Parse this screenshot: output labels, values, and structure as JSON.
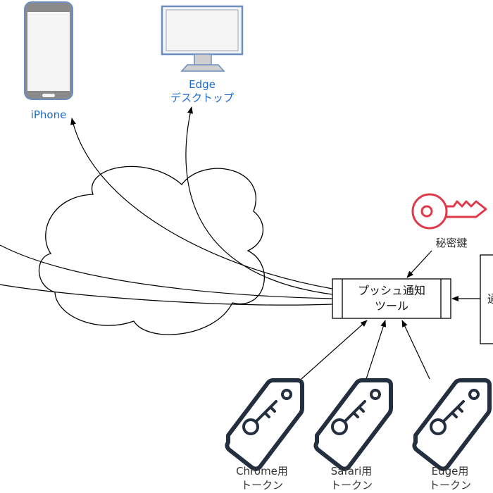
{
  "devices": {
    "iphone": {
      "label": "iPhone"
    },
    "edge_desktop": {
      "label_line1": "Edge",
      "label_line2": "デスクトップ"
    }
  },
  "push_tool": {
    "line1": "プッシュ通知",
    "line2": "ツール"
  },
  "private_key": {
    "label": "秘密鍵"
  },
  "right_box": {
    "label": "通"
  },
  "tokens": [
    {
      "line1": "Chrome用",
      "line2": "トークン"
    },
    {
      "line1": "Safari用",
      "line2": "トークン"
    },
    {
      "line1": "Edge用",
      "line2": "トークン"
    }
  ],
  "colors": {
    "device_stroke": "#6c8ebf",
    "device_fill": "#f5f5f5",
    "label_blue": "#1c6ac9",
    "key_red": "#e0394a",
    "token_dark": "#232f3e"
  }
}
